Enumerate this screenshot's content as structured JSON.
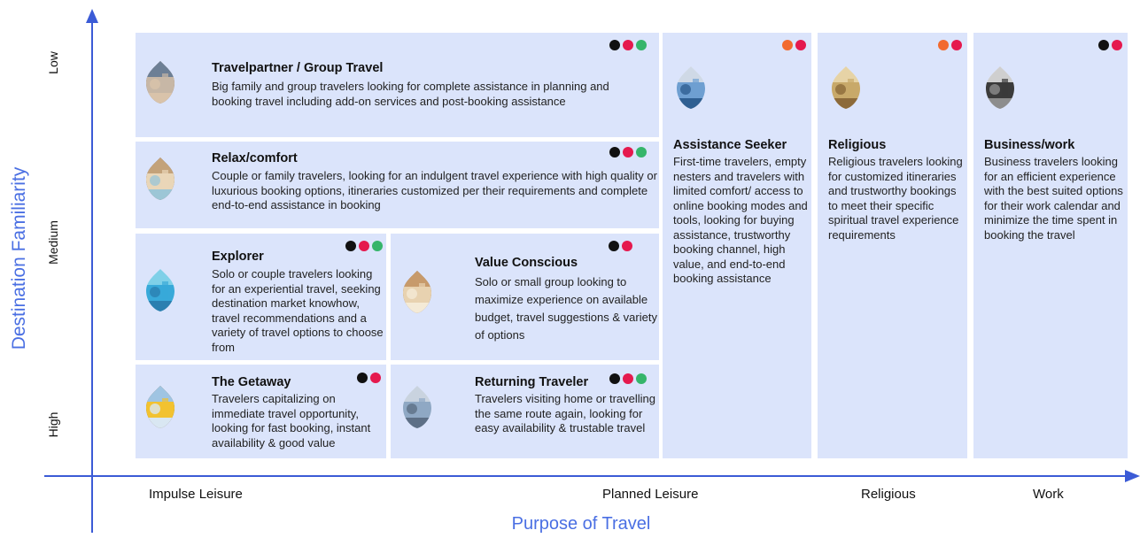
{
  "axes": {
    "y_title": "Destination Familiarity",
    "y_levels": [
      "Low",
      "Medium",
      "High"
    ],
    "x_title": "Purpose of Travel",
    "x_categories": [
      "Impulse Leisure",
      "Planned Leisure",
      "Religious",
      "Work"
    ]
  },
  "colors": {
    "black": "#111111",
    "red": "#e5194e",
    "green": "#35b56a",
    "orange": "#f26a2e",
    "card": "#dbe4fb",
    "axis": "#3b5bd6"
  },
  "segments": {
    "travel_partner": {
      "title": "Travelpartner / Group Travel",
      "description": "Big family and group travelers looking for complete assistance in planning and booking travel including add-on services and post-booking assistance",
      "icon": "group-travel-photo-icon",
      "dots": [
        "black",
        "red",
        "green"
      ]
    },
    "relax": {
      "title": "Relax/comfort",
      "description": "Couple or family travelers, looking for an indulgent travel experience with high quality or luxurious booking options, itineraries customized per their requirements and complete end-to-end assistance in booking",
      "icon": "beach-umbrella-photo-icon",
      "dots": [
        "black",
        "red",
        "green"
      ]
    },
    "explorer": {
      "title": "Explorer",
      "description": "Solo or couple travelers looking for an experiential travel, seeking destination market knowhow, travel recommendations and a variety of travel options to choose from",
      "icon": "island-resort-photo-icon",
      "dots": [
        "black",
        "red",
        "green"
      ]
    },
    "value_conscious": {
      "title": "Value Conscious",
      "description": "Solo or small group looking to maximize experience on available budget, travel suggestions & variety of options",
      "icon": "budget-travel-photo-icon",
      "dots": [
        "black",
        "red"
      ]
    },
    "getaway": {
      "title": "The Getaway",
      "description": "Travelers capitalizing on immediate travel opportunity, looking for fast booking, instant availability & good value",
      "icon": "road-sign-photo-icon",
      "dots": [
        "black",
        "red"
      ]
    },
    "returning": {
      "title": "Returning Traveler",
      "description": "Travelers visiting home or travelling the same route again, looking for easy availability & trustable travel",
      "icon": "street-crowd-photo-icon",
      "dots": [
        "black",
        "red",
        "green"
      ]
    },
    "assistance": {
      "title": "Assistance Seeker",
      "description": "First-time travelers, empty nesters and travelers with limited comfort/ access to online booking modes and tools, looking for buying assistance, trustworthy booking channel, high value, and end-to-end booking assistance",
      "icon": "laptop-booking-photo-icon",
      "dots": [
        "orange",
        "red"
      ]
    },
    "religious": {
      "title": "Religious",
      "description": "Religious travelers looking for customized itineraries and trustworthy bookings to meet their specific spiritual travel experience requirements",
      "icon": "temple-photo-icon",
      "dots": [
        "orange",
        "red"
      ]
    },
    "business": {
      "title": "Business/work",
      "description": "Business travelers looking for an efficient experience with the best suited options for their work calendar and minimize the time spent in booking the travel",
      "icon": "business-traveler-photo-icon",
      "dots": [
        "black",
        "red"
      ]
    }
  }
}
